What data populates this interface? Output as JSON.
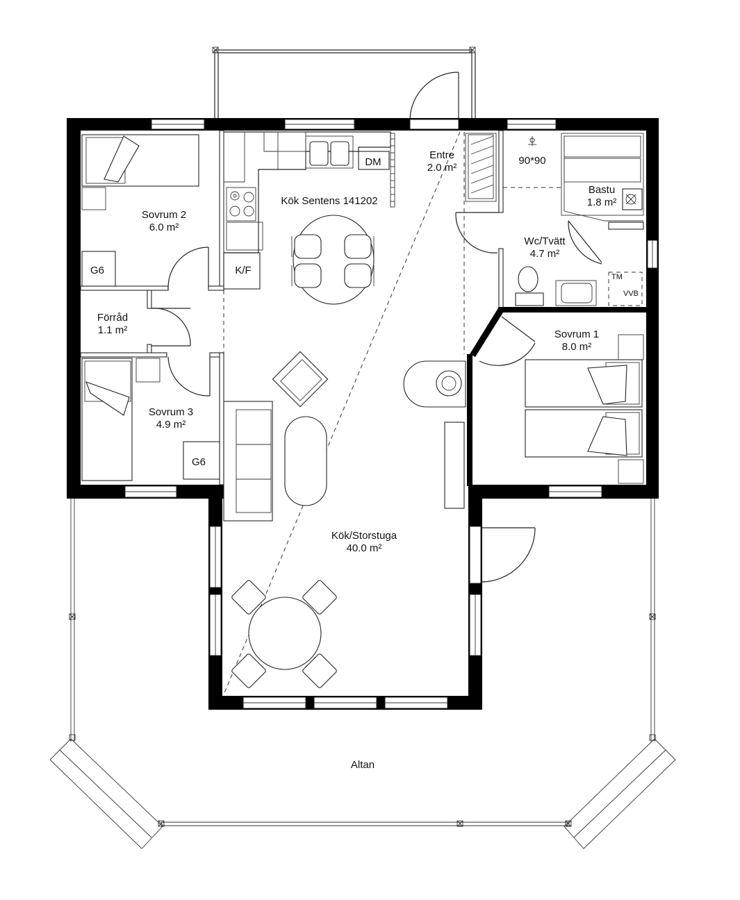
{
  "rooms": {
    "kok_sentens": {
      "name": "Kök Sentens 141202"
    },
    "entre": {
      "name": "Entre",
      "area": "2.0 m²"
    },
    "sovrum2": {
      "name": "Sovrum 2",
      "area": "6.0 m²"
    },
    "forrad": {
      "name": "Förråd",
      "area": "1.1 m²"
    },
    "sovrum3": {
      "name": "Sovrum 3",
      "area": "4.9 m²"
    },
    "shower": {
      "name": "90*90"
    },
    "bastu": {
      "name": "Bastu",
      "area": "1.8 m²"
    },
    "wc": {
      "name": "Wc/Tvätt",
      "area": "4.7 m²"
    },
    "sovrum1": {
      "name": "Sovrum 1",
      "area": "8.0 m²"
    },
    "storstuga": {
      "name": "Kök/Storstuga",
      "area": "40.0 m²"
    },
    "altan": {
      "name": "Altan"
    }
  },
  "fixtures": {
    "dm": "DM",
    "kf": "K/F",
    "g6_top": "G6",
    "g6_bottom": "G6",
    "tm": "TM",
    "vvb": "VVB"
  }
}
